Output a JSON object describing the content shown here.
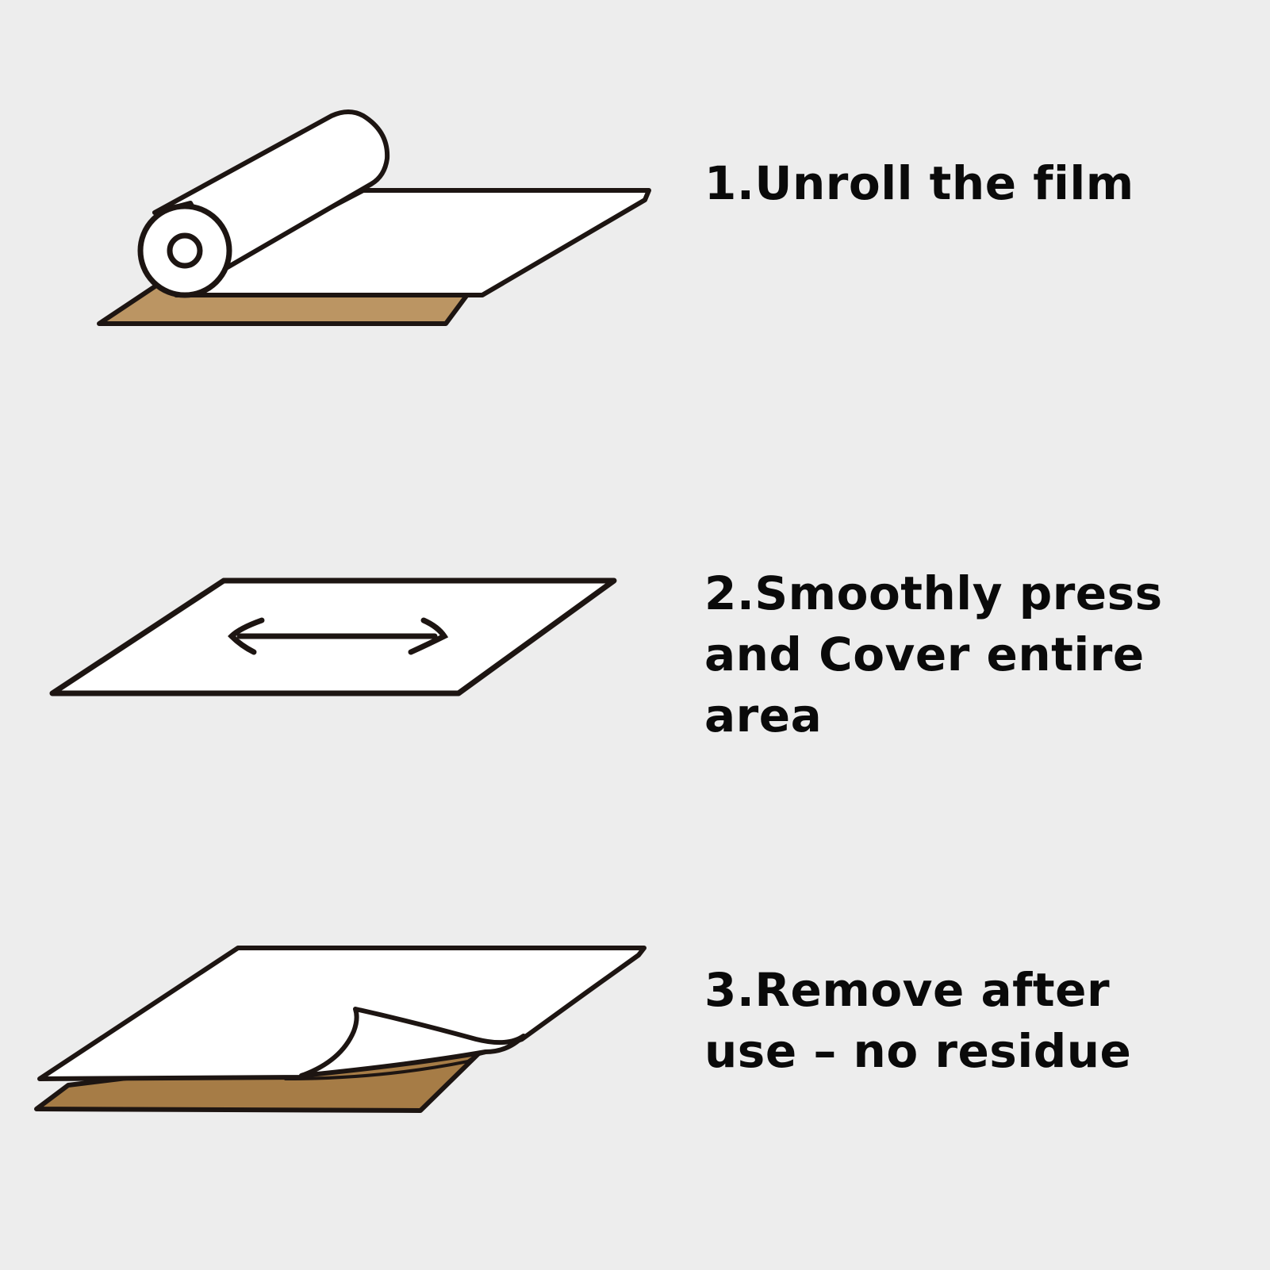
{
  "colors": {
    "background": "#ededed",
    "outline": "#1d1512",
    "film": "#ffffff",
    "surface_light": "#bb9563",
    "surface_dark": "#a67c46",
    "text": "#0a0a0a"
  },
  "steps": [
    {
      "icon": "film-roll-unrolling-icon",
      "text": "1.Unroll the film"
    },
    {
      "icon": "film-sheet-press-icon",
      "text": "2.Smoothly press and Cover entire area"
    },
    {
      "icon": "film-peel-off-icon",
      "text": "3.Remove after use – no residue"
    }
  ]
}
